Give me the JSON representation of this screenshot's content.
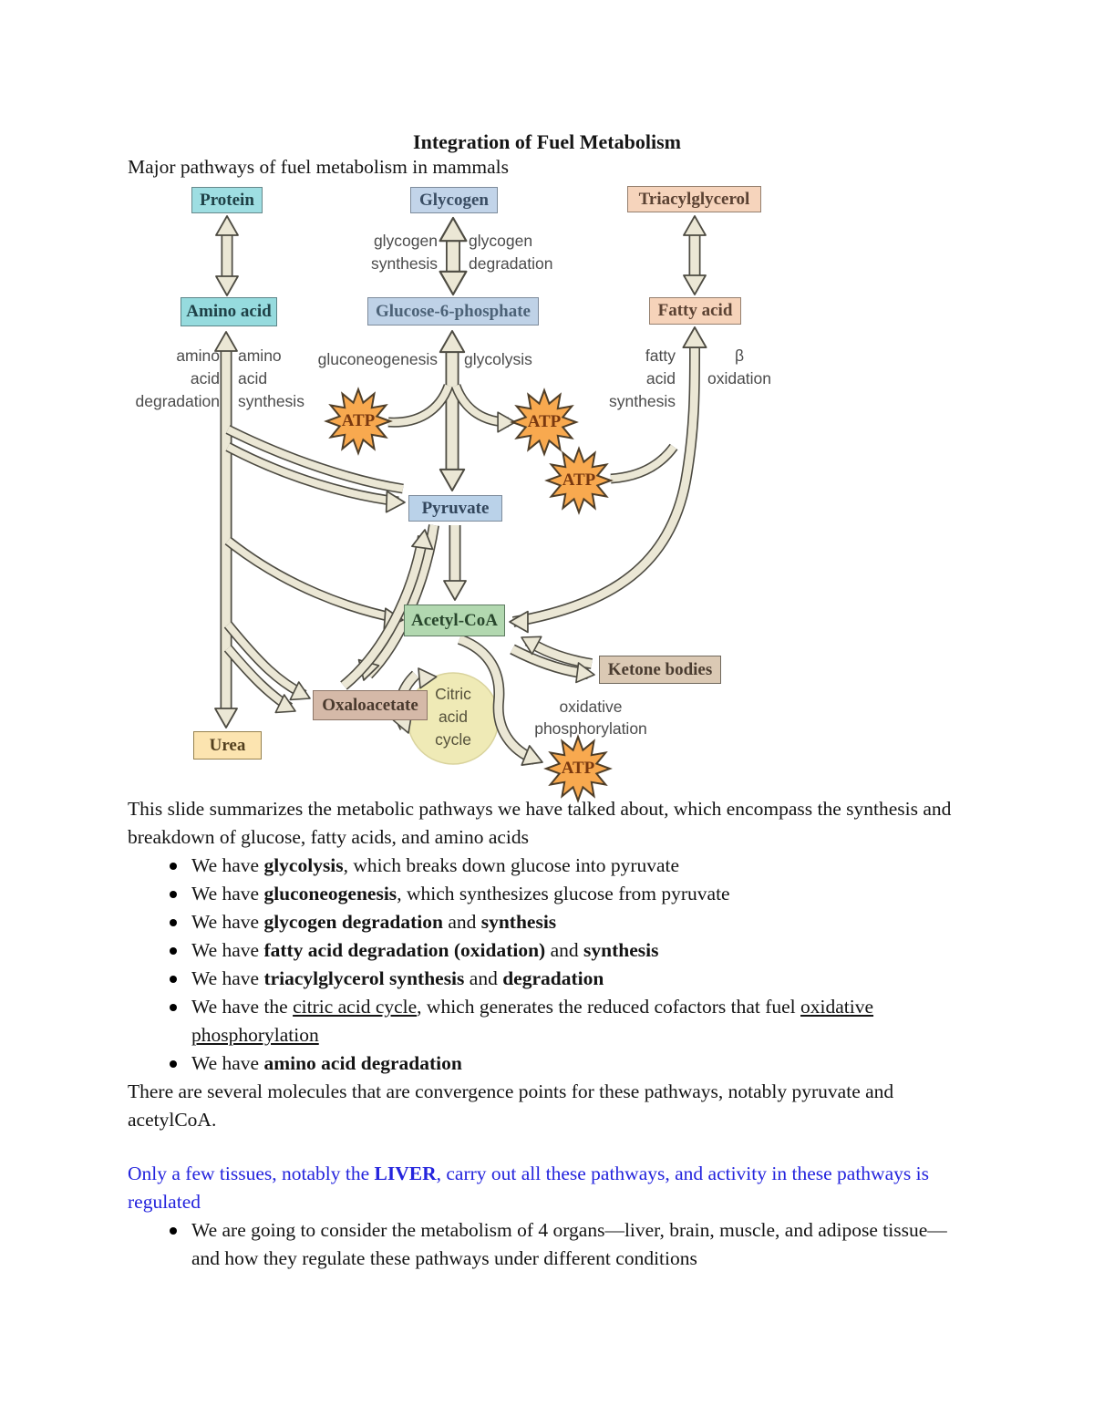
{
  "page": {
    "title": "Integration of Fuel Metabolism",
    "subtitle": "Major pathways of fuel metabolism in mammals"
  },
  "colors": {
    "blue_text": "#2424DD",
    "atp_orange": "#F8A94F",
    "arrow_beige": "#EBE7D5",
    "arrow_outline": "#4D4B42",
    "protein_fill": "#9EDEE2",
    "glycogen_fill": "#C2D4E9",
    "triacylglycerol_fill": "#F6D4BC",
    "acetyl_coa_fill": "#B2D8B0",
    "ketone_fill": "#DBC9B4",
    "oxaloacetate_fill": "#D5B9A8",
    "urea_fill": "#FCE4B0",
    "citric_fill": "#EFEAB6"
  },
  "diagram": {
    "atp": "ATP",
    "nodes": {
      "protein": {
        "label": "Protein"
      },
      "glycogen": {
        "label": "Glycogen"
      },
      "triacylglycerol": {
        "label": "Triacylglycerol"
      },
      "amino_acid": {
        "label": "Amino acid"
      },
      "g6p": {
        "label": "Glucose-6-phosphate"
      },
      "fatty_acid": {
        "label": "Fatty acid"
      },
      "pyruvate": {
        "label": "Pyruvate"
      },
      "acetyl_coa": {
        "label": "Acetyl-CoA"
      },
      "ketone_bodies": {
        "label": "Ketone bodies"
      },
      "oxaloacetate": {
        "label": "Oxaloacetate"
      },
      "urea": {
        "label": "Urea"
      },
      "citric_cycle": {
        "label": "Citric\nacid\ncycle"
      }
    },
    "labels": {
      "glycogen_synthesis": "glycogen\nsynthesis",
      "glycogen_degradation": "glycogen\ndegradation",
      "gluconeogenesis": "gluconeogenesis",
      "glycolysis": "glycolysis",
      "amino_acid_degradation": "amino\nacid\ndegradation",
      "amino_acid_synthesis": "amino\nacid\nsynthesis",
      "fatty_acid_synthesis": "fatty\nacid\nsynthesis",
      "beta_oxidation": "β\noxidation",
      "oxidative_phosphorylation": "oxidative\nphosphorylation"
    }
  },
  "body": {
    "blocks": [
      {
        "type": "p",
        "segments": [
          {
            "t": "This slide summarizes the metabolic pathways we have talked about, which encompass the synthesis and breakdown of glucose, fatty acids, and amino acids"
          }
        ]
      },
      {
        "type": "bullet",
        "segments": [
          {
            "t": "We have "
          },
          {
            "t": "glycolysis",
            "b": true
          },
          {
            "t": ", which breaks down glucose into pyruvate"
          }
        ]
      },
      {
        "type": "bullet",
        "segments": [
          {
            "t": "We have "
          },
          {
            "t": "gluconeogenesis",
            "b": true
          },
          {
            "t": ", which synthesizes glucose from pyruvate"
          }
        ]
      },
      {
        "type": "bullet",
        "segments": [
          {
            "t": "We have "
          },
          {
            "t": "glycogen degradation",
            "b": true
          },
          {
            "t": " and "
          },
          {
            "t": "synthesis",
            "b": true
          }
        ]
      },
      {
        "type": "bullet",
        "segments": [
          {
            "t": "We have "
          },
          {
            "t": "fatty acid degradation (oxidation)",
            "b": true
          },
          {
            "t": " and "
          },
          {
            "t": "synthesis",
            "b": true
          }
        ]
      },
      {
        "type": "bullet",
        "segments": [
          {
            "t": "We have "
          },
          {
            "t": "triacylglycerol synthesis",
            "b": true
          },
          {
            "t": " and "
          },
          {
            "t": "degradation",
            "b": true
          }
        ]
      },
      {
        "type": "bullet",
        "segments": [
          {
            "t": "We have the "
          },
          {
            "t": "citric acid cycle",
            "u": true
          },
          {
            "t": ", which generates the reduced cofactors that fuel "
          },
          {
            "t": "oxidative phosphorylation",
            "u": true
          }
        ]
      },
      {
        "type": "bullet",
        "segments": [
          {
            "t": "We have "
          },
          {
            "t": "amino acid degradation",
            "b": true
          }
        ]
      },
      {
        "type": "p",
        "segments": [
          {
            "t": "There are several molecules that are convergence points for these pathways, notably pyruvate and acetylCoA."
          }
        ]
      },
      {
        "type": "p",
        "blue": true,
        "gap": true,
        "segments": [
          {
            "t": "Only a few tissues, notably the "
          },
          {
            "t": "LIVER",
            "b": true
          },
          {
            "t": ", carry out all these pathways, and activity in these pathways is regulated"
          }
        ]
      },
      {
        "type": "bullet",
        "segments": [
          {
            "t": "We are going to consider the metabolism of 4 organs—liver, brain, muscle, and adipose tissue—and how they regulate these pathways under different conditions"
          }
        ]
      }
    ]
  }
}
